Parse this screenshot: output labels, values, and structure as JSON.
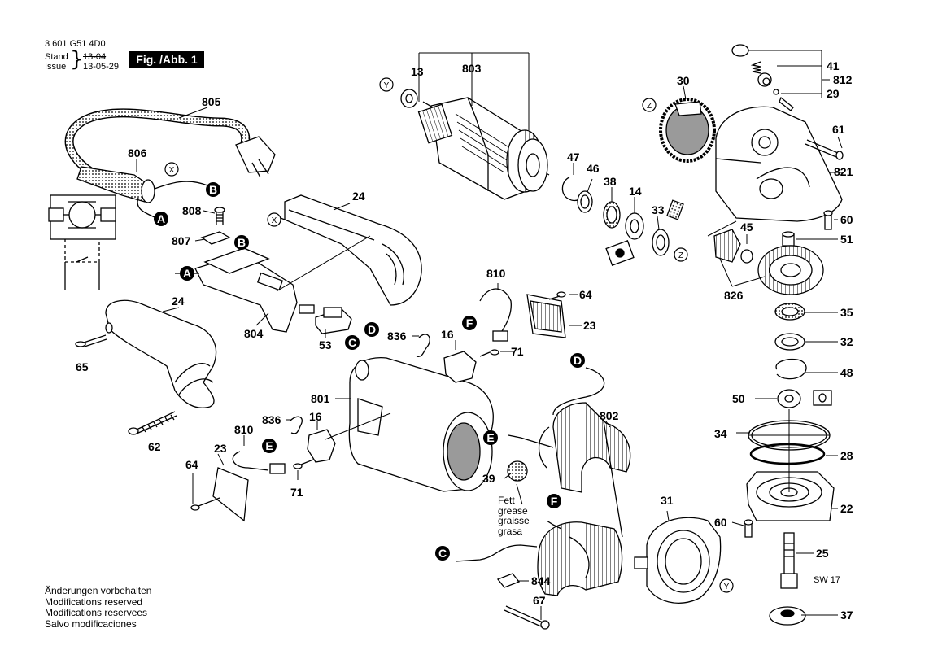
{
  "header": {
    "doc_number": "3 601 G51 4D0",
    "stand_label": "Stand",
    "issue_label": "Issue",
    "old_date": "13-04",
    "new_date": "13-05-29",
    "figure_label": "Fig. /Abb. 1"
  },
  "footer_notes": [
    "Änderungen vorbehalten",
    "Modifications reserved",
    "Modifications reservees",
    "Salvo modificaciones"
  ],
  "grease_note": [
    "Fett",
    "grease",
    "graisse",
    "grasa"
  ],
  "wrench_size_label": "SW 17",
  "part_labels": {
    "p805": "805",
    "p806": "806",
    "p808": "808",
    "p807": "807",
    "p24a": "24",
    "p24b": "24",
    "p804": "804",
    "p65": "65",
    "p62": "62",
    "p53": "53",
    "p803": "803",
    "p13": "13",
    "p47": "47",
    "p46": "46",
    "p38": "38",
    "p14": "14",
    "p33": "33",
    "p30": "30",
    "p41": "41",
    "p29": "29",
    "p812": "812",
    "p61": "61",
    "p821": "821",
    "p60a": "60",
    "p45": "45",
    "p51": "51",
    "p826": "826",
    "p35": "35",
    "p32": "32",
    "p48": "48",
    "p50": "50",
    "p34": "34",
    "p28": "28",
    "p22": "22",
    "p60b": "60",
    "p25": "25",
    "p37": "37",
    "p810a": "810",
    "p64a": "64",
    "p23a": "23",
    "p836a": "836",
    "p16a": "16",
    "p71a": "71",
    "p801": "801",
    "p802": "802",
    "p39": "39",
    "p836b": "836",
    "p16b": "16",
    "p810b": "810",
    "p23b": "23",
    "p64b": "64",
    "p71b": "71",
    "p31": "31",
    "p844": "844",
    "p67": "67"
  },
  "callouts": {
    "A": "A",
    "B": "B",
    "C": "C",
    "D": "D",
    "E": "E",
    "F": "F",
    "X": "X",
    "Y": "Y",
    "Z": "Z"
  },
  "colors": {
    "ink": "#000000",
    "paper": "#ffffff",
    "shade": "#9a9a9a"
  }
}
